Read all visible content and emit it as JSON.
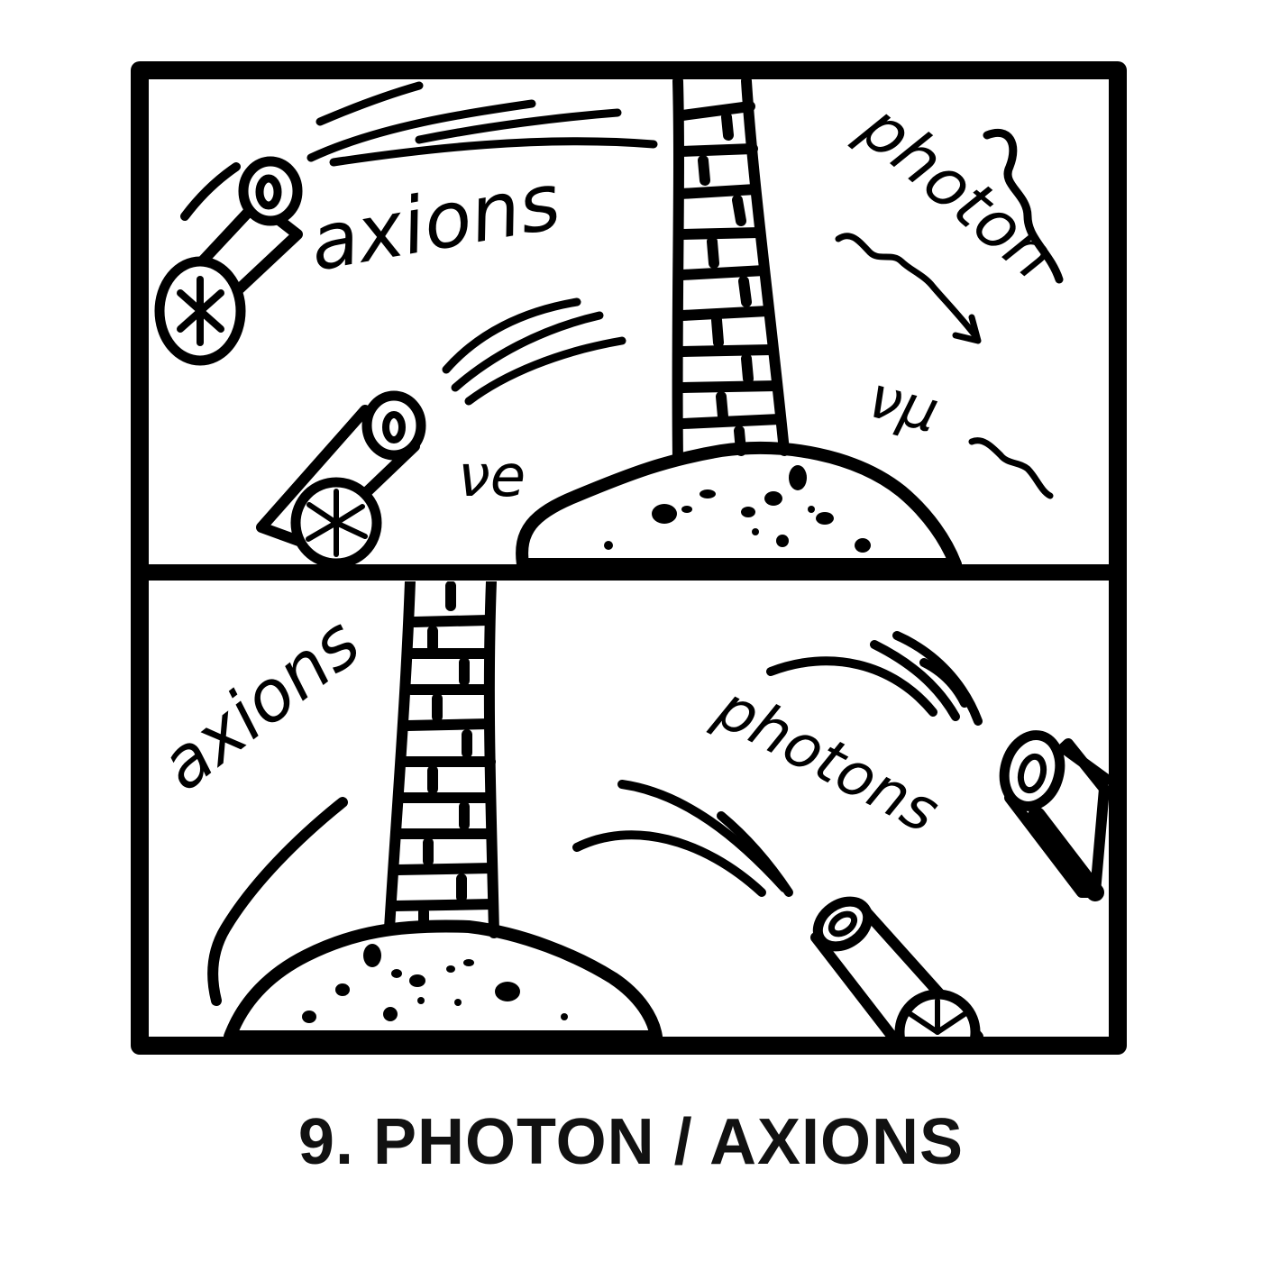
{
  "panels": [
    {
      "labels": {
        "axions": "axions",
        "photon": "photon",
        "nu_e": "νe",
        "nu_mu": "νμ"
      }
    },
    {
      "labels": {
        "axions": "axions",
        "photons": "photons"
      }
    }
  ],
  "caption": "9. PHOTON / AXIONS",
  "colors": {
    "ink": "#000000",
    "paper": "#ffffff"
  }
}
